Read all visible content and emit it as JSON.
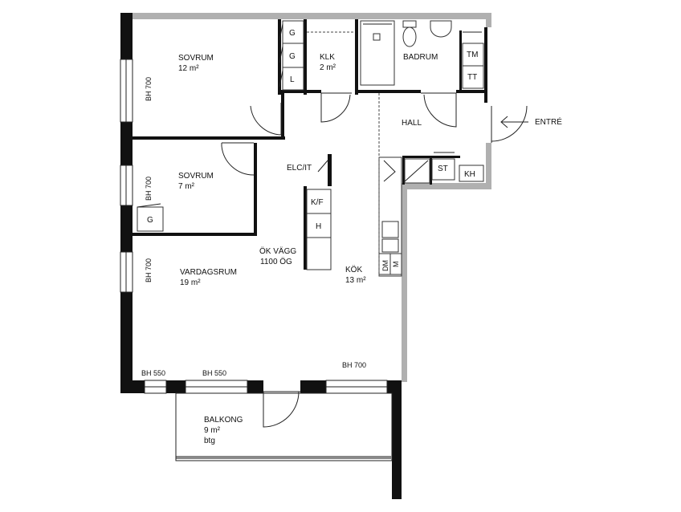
{
  "rooms": {
    "sovrum1": {
      "name": "SOVRUM",
      "area": "12 m²"
    },
    "sovrum2": {
      "name": "SOVRUM",
      "area": "7 m²"
    },
    "klk": {
      "name": "KLK",
      "area": "2 m²"
    },
    "badrum": {
      "name": "BADRUM"
    },
    "hall": {
      "name": "HALL"
    },
    "vardagsrum": {
      "name": "VARDAGSRUM",
      "area": "19 m²"
    },
    "kok": {
      "name": "KÖK",
      "area": "13 m²"
    },
    "balkong": {
      "name": "BALKONG",
      "area": "9 m²",
      "note": "btg"
    }
  },
  "entrance_label": "ENTRÉ",
  "wall_note": {
    "line1": "ÖK VÄGG",
    "line2": "1100 ÖG"
  },
  "elc_label": "ELC/IT",
  "fixtures": {
    "wardrobe_g1": "G",
    "wardrobe_g2": "G",
    "wardrobe_l": "L",
    "wardrobe_g3": "G",
    "tm": "TM",
    "tt": "TT",
    "st": "ST",
    "kh": "KH",
    "kf": "K/F",
    "h": "H",
    "dm": "DM",
    "m": "M"
  },
  "windows": {
    "sovrum1": "BH 700",
    "sovrum2": "BH 700",
    "vardagsrum_side": "BH 700",
    "bottom_left": "BH 550",
    "bottom_mid": "BH 550",
    "bottom_right": "BH 700"
  },
  "colors": {
    "wall": "#111111",
    "outer_wall": "#b0b0b0",
    "line": "#222222"
  }
}
